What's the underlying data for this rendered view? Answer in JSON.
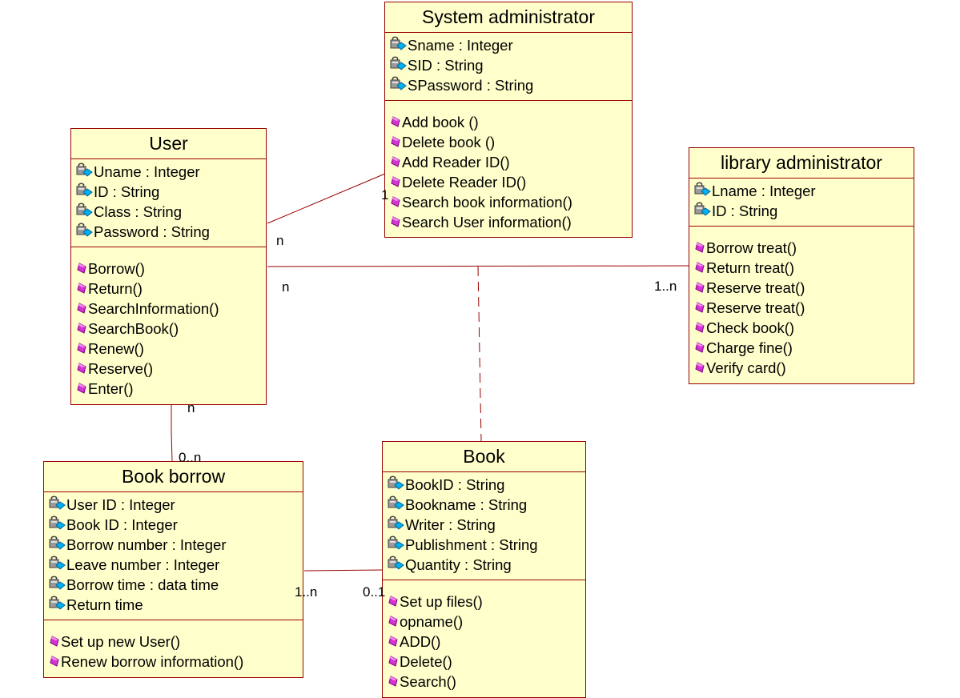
{
  "colors": {
    "fill": "#ffffcc",
    "border": "#990000",
    "method_icon": "#cc00cc",
    "attr_icon_gray": "#808080",
    "attr_icon_cyan": "#00a8e8"
  },
  "icons": {
    "attribute": "attribute-key-icon",
    "operation": "operation-diamond-icon"
  },
  "classes": {
    "system_admin": {
      "name": "System administrator",
      "attributes": [
        "Sname : Integer",
        "SID : String",
        "SPassword : String"
      ],
      "operations": [
        "Add book ()",
        "Delete book ()",
        "Add Reader ID()",
        "Delete Reader ID()",
        "Search book information()",
        "Search User information()"
      ]
    },
    "user": {
      "name": "User",
      "attributes": [
        "Uname : Integer",
        "ID : String",
        "Class : String",
        "Password : String"
      ],
      "operations": [
        "Borrow()",
        "Return()",
        "SearchInformation()",
        "SearchBook()",
        "Renew()",
        "Reserve()",
        "Enter()"
      ]
    },
    "library_admin": {
      "name": "library administrator",
      "attributes": [
        "Lname : Integer",
        "ID : String"
      ],
      "operations": [
        "Borrow treat()",
        "Return treat()",
        "Reserve treat()",
        "Reserve treat()",
        "Check book()",
        "Charge fine()",
        "Verify card()"
      ]
    },
    "book_borrow": {
      "name": "Book borrow",
      "attributes": [
        "User ID : Integer",
        "Book ID : Integer",
        "Borrow number : Integer",
        "Leave number : Integer",
        "Borrow time : data time",
        "Return time"
      ],
      "operations": [
        "Set up new User()",
        "Renew borrow information()"
      ]
    },
    "book": {
      "name": "Book",
      "attributes": [
        "BookID : String",
        "Bookname : String",
        "Writer : String",
        "Publishment : String",
        "Quantity : String"
      ],
      "operations": [
        "Set up files()",
        "opname()",
        "ADD()",
        "Delete()",
        "Search()"
      ]
    }
  },
  "multiplicities": {
    "user_sysadmin_user_end": "n",
    "user_sysadmin_admin_end": "1",
    "user_libadmin_user_end": "n",
    "user_libadmin_lib_end": "1..n",
    "user_borrow_user_end": "n",
    "user_borrow_borrow_end": "0..n",
    "borrow_book_borrow_end": "1..n",
    "borrow_book_book_end": "0..1"
  }
}
